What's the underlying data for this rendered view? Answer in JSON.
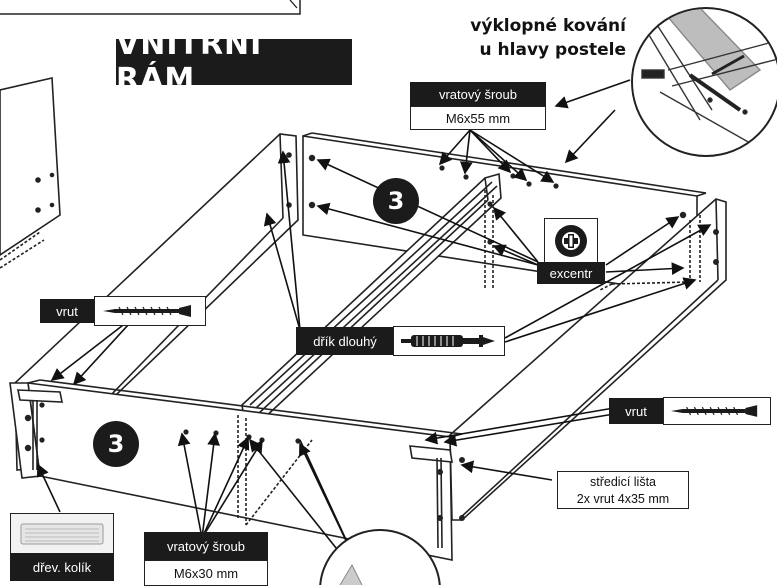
{
  "title": "VNITŘNÍ RÁM",
  "headboard_fitting": {
    "line1": "výklopné kování",
    "line2": "u hlavy postele"
  },
  "badges": [
    "3",
    "3"
  ],
  "labels": {
    "vratovy_top": {
      "name": "vratový šroub",
      "size": "M6x55 mm"
    },
    "vratovy_bottom": {
      "name": "vratový šroub",
      "size": "M6x30 mm"
    },
    "excentr": "excentr",
    "drik": "dřík dlouhý",
    "vrut_left": "vrut",
    "vrut_right": "vrut",
    "stredici": {
      "line1": "středicí lišta",
      "line2": "2x vrut 4x35 mm"
    },
    "kolik": "dřev. kolík"
  },
  "icons": {
    "screw": "wood-screw-icon",
    "dowel": "long-dowel-icon",
    "cam": "cam-lock-icon",
    "wooden_dowel": "wooden-dowel-icon",
    "fitting": "lift-hinge-icon"
  }
}
